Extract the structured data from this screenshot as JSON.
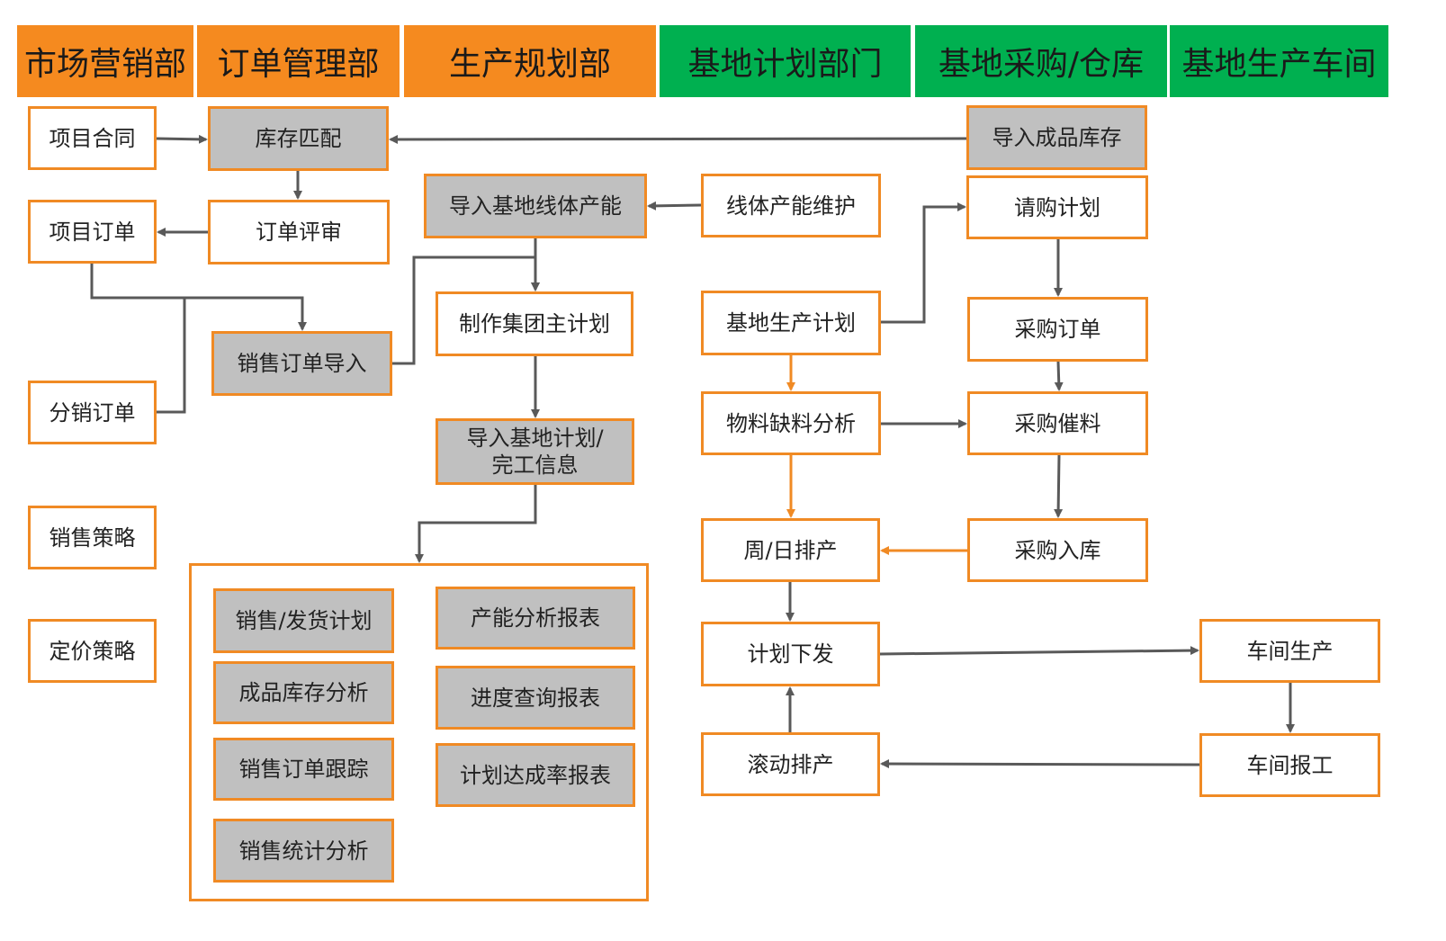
{
  "departments": {
    "marketing": "市场营销部",
    "order_mgmt": "订单管理部",
    "production_planning": "生产规划部",
    "base_planning": "基地计划部门",
    "base_purchase": "基地采购/仓库",
    "base_workshop": "基地生产车间"
  },
  "boxes": {
    "project_contract": "项目合同",
    "project_order": "项目订单",
    "distribution_order": "分销订单",
    "sales_strategy": "销售策略",
    "pricing_strategy": "定价策略",
    "inventory_match": "库存匹配",
    "order_review": "订单评审",
    "sales_order_import": "销售订单导入",
    "import_line_capacity": "导入基地线体产能",
    "group_master_plan": "制作集团主计划",
    "import_base_plan": "导入基地计划/\n完工信息",
    "line_capacity_maint": "线体产能维护",
    "base_production_plan": "基地生产计划",
    "material_shortage": "物料缺料分析",
    "weekly_daily_schedule": "周/日排产",
    "plan_release": "计划下发",
    "rolling_schedule": "滚动排产",
    "import_fg_inventory": "导入成品库存",
    "purchase_requisition": "请购计划",
    "purchase_order": "采购订单",
    "purchase_expedite": "采购催料",
    "purchase_receipt": "采购入库",
    "workshop_production": "车间生产",
    "workshop_report": "车间报工",
    "sales_shipping_plan": "销售/发货计划",
    "fg_inventory_analysis": "成品库存分析",
    "sales_order_tracking": "销售订单跟踪",
    "sales_stat_analysis": "销售统计分析",
    "capacity_report": "产能分析报表",
    "progress_report": "进度查询报表",
    "plan_achievement_report": "计划达成率报表"
  },
  "colors": {
    "orange_header": "#F58A1F",
    "green_header": "#00B050",
    "box_border": "#F08A24",
    "gray_fill": "#C0C0C0",
    "arrow_gray": "#595959",
    "arrow_orange": "#F08A24"
  }
}
